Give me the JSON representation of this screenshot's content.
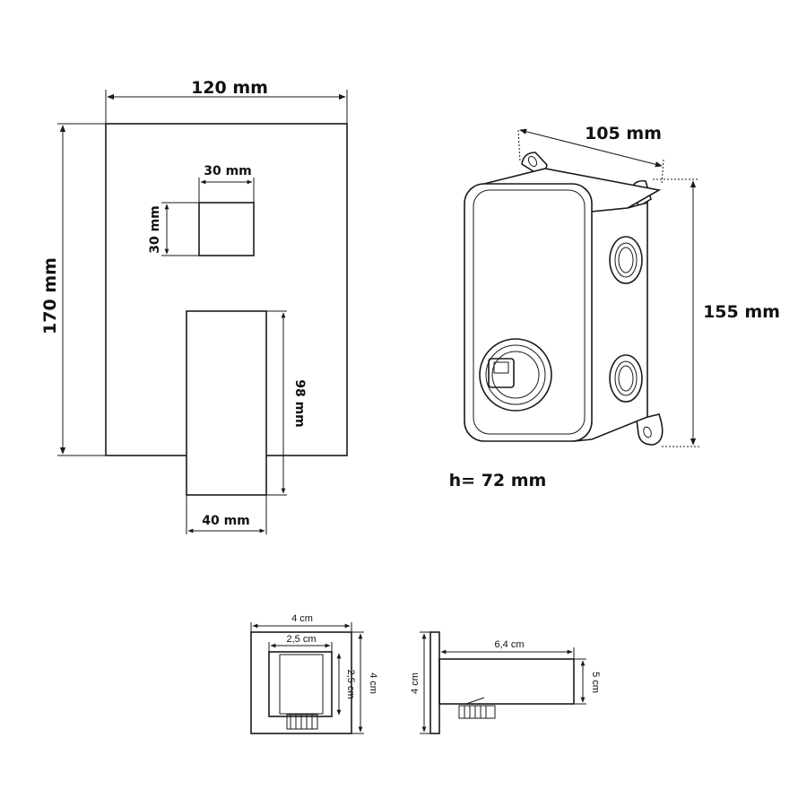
{
  "panel": {
    "width_label": "120 mm",
    "height_label": "170 mm",
    "knob_width_label": "30 mm",
    "knob_height_label": "30 mm",
    "lever_height_label": "98 mm",
    "lever_width_label": "40 mm"
  },
  "box": {
    "depth_label": "105 mm",
    "height_label": "155 mm",
    "h_label": "h= 72 mm"
  },
  "outlet_front": {
    "width_label": "4 cm",
    "inner_width_label": "2,5 cm",
    "inner_height_label": "2,5 cm",
    "height_label": "4 cm"
  },
  "outlet_side": {
    "height_label": "4 cm",
    "length_label": "6,4 cm",
    "depth_label": "5 cm"
  }
}
